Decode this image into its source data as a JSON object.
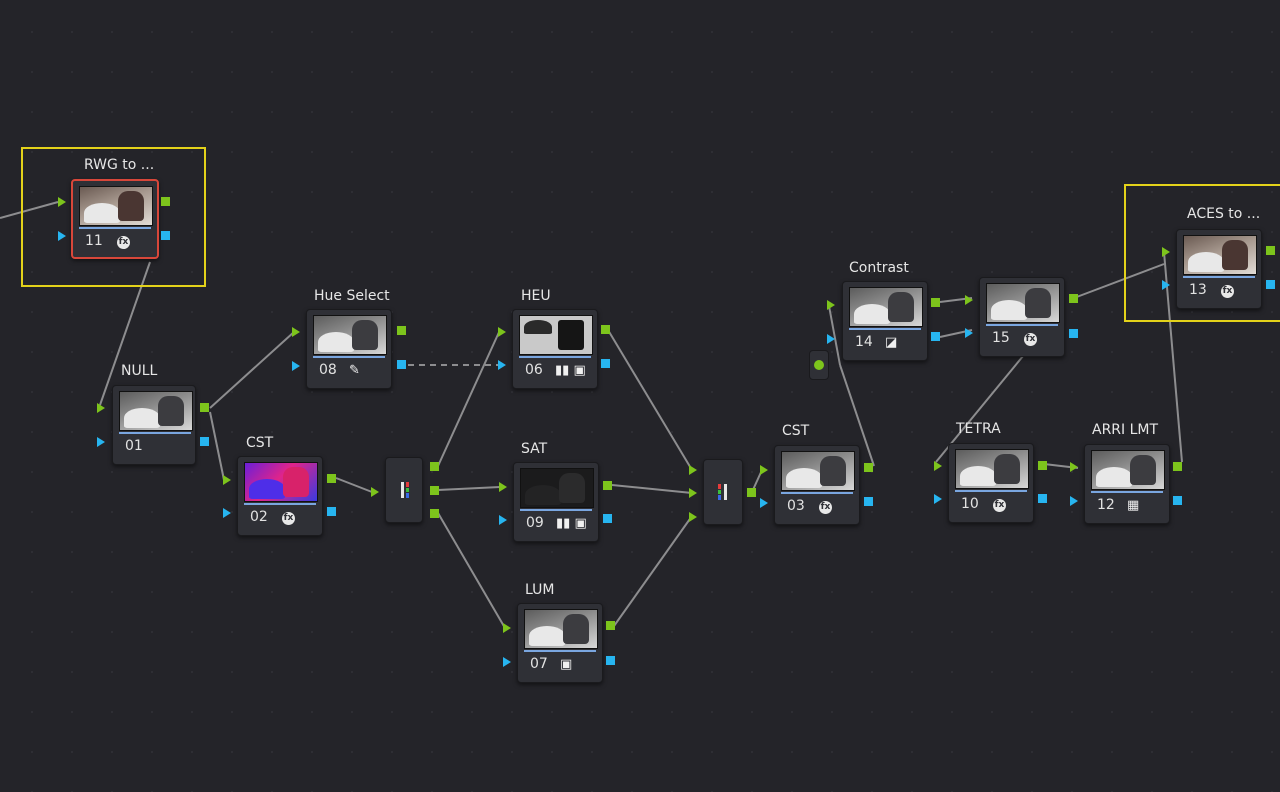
{
  "colors": {
    "background": "#242429",
    "node": "#2f3036",
    "rgb_port": "#7dc41c",
    "key_port": "#27b5f0",
    "group_outline": "#e3d21a",
    "selected_outline": "#d8473a"
  },
  "groups": {
    "input_label": "RWG to ...",
    "output_label": "ACES to ..."
  },
  "nodes": {
    "n11": {
      "label": "",
      "number": "11",
      "icon": "fx-icon"
    },
    "n01": {
      "label": "NULL",
      "number": "01"
    },
    "n08": {
      "label": "Hue Select",
      "number": "08",
      "icon": "eyedropper-icon"
    },
    "n02": {
      "label": "CST",
      "number": "02",
      "icon": "fx-icon"
    },
    "n06": {
      "label": "HEU",
      "number": "06",
      "icon": "key-mask-icon"
    },
    "n09": {
      "label": "SAT",
      "number": "09",
      "icon": "key-mask-icon"
    },
    "n07": {
      "label": "LUM",
      "number": "07",
      "icon": "mask-icon"
    },
    "n03": {
      "label": "CST",
      "number": "03",
      "icon": "fx-icon"
    },
    "n14": {
      "label": "Contrast",
      "number": "14",
      "icon": "curves-icon"
    },
    "n15": {
      "label": "",
      "number": "15",
      "icon": "fx-icon"
    },
    "n10": {
      "label": "TETRA",
      "number": "10",
      "icon": "fx-icon"
    },
    "n12": {
      "label": "ARRI LMT",
      "number": "12",
      "icon": "lut-grid-icon"
    },
    "n13": {
      "label": "",
      "number": "13",
      "icon": "fx-icon"
    }
  }
}
